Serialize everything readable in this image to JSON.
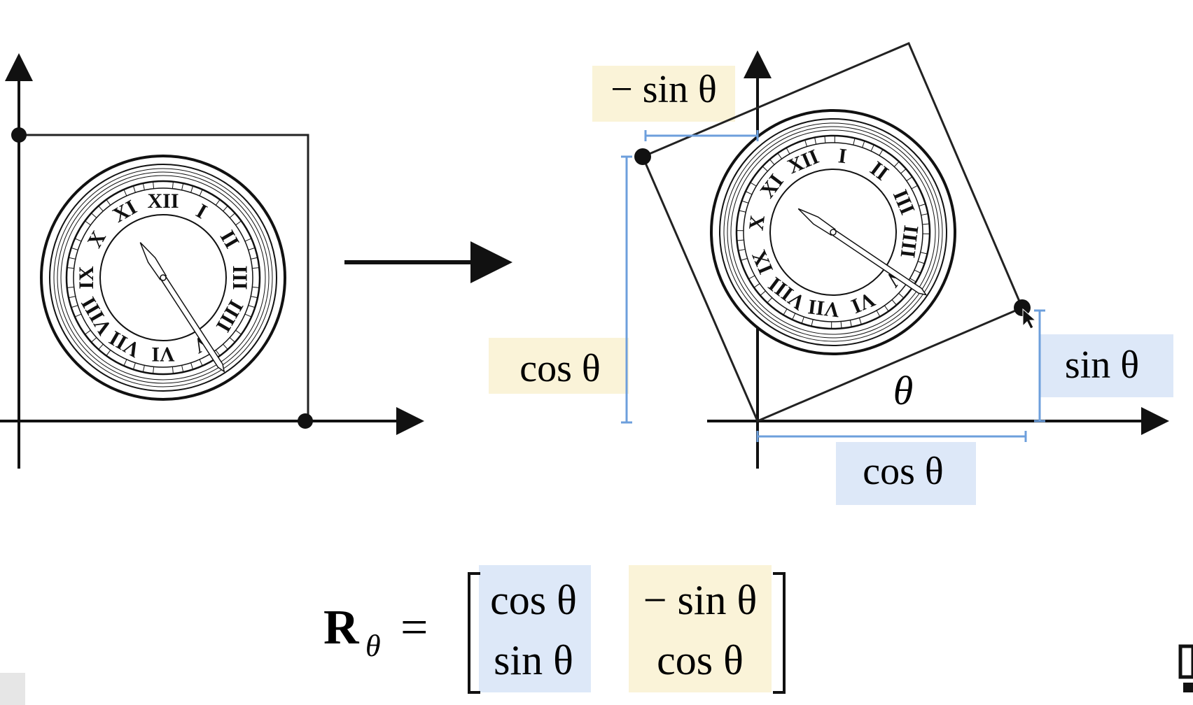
{
  "labels": {
    "neg_sin_theta": "− sin θ",
    "cos_theta_left": "cos θ",
    "sin_theta_right": "sin θ",
    "cos_theta_bottom": "cos θ",
    "theta_angle": "θ"
  },
  "formula": {
    "lhs_symbol": "R",
    "lhs_subscript": "θ",
    "equals": "=",
    "matrix": [
      [
        "cos θ",
        "− sin θ"
      ],
      [
        "sin θ",
        "cos θ"
      ]
    ]
  },
  "colors": {
    "blue_highlight": "#dde8f8",
    "yellow_highlight": "#faf3d8",
    "measure_line": "#6d9fdc",
    "ink": "#111111",
    "y_axis_ghost": "#b5b5b5"
  },
  "clock": {
    "numerals": [
      "XII",
      "I",
      "II",
      "III",
      "IIII",
      "V",
      "VI",
      "VII",
      "VIII",
      "IX",
      "X",
      "XI"
    ]
  }
}
